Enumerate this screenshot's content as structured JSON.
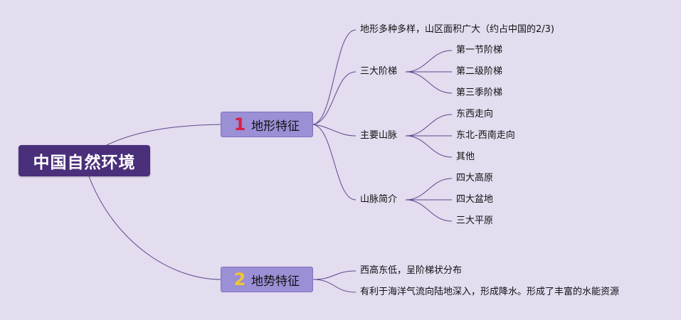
{
  "root": {
    "label": "中国自然环境"
  },
  "topics": [
    {
      "badge": "1",
      "badge_color": "#d81f43",
      "label": "地形特征",
      "children": [
        {
          "label": "地形多种多样，山区面积广大（约占中国的2/3)",
          "children": []
        },
        {
          "label": "三大阶梯",
          "children": [
            "第一节阶梯",
            "第二级阶梯",
            "第三季阶梯"
          ]
        },
        {
          "label": "主要山脉",
          "children": [
            "东西走向",
            "东北-西南走向",
            "其他"
          ]
        },
        {
          "label": "山脉简介",
          "children": [
            "四大高原",
            "四大盆地",
            "三大平原"
          ]
        }
      ]
    },
    {
      "badge": "2",
      "badge_color": "#f2c530",
      "label": "地势特征",
      "children": [
        {
          "label": "西高东低，呈阶梯状分布",
          "children": []
        },
        {
          "label": "有利于海洋气流向陆地深入，形成降水。形成了丰富的水能资源",
          "children": []
        }
      ]
    }
  ],
  "colors": {
    "background": "#e4dcef",
    "root_fill": "#4a2f7a",
    "topic_fill": "#9b8fd6",
    "connector": "#5a4a8a"
  }
}
